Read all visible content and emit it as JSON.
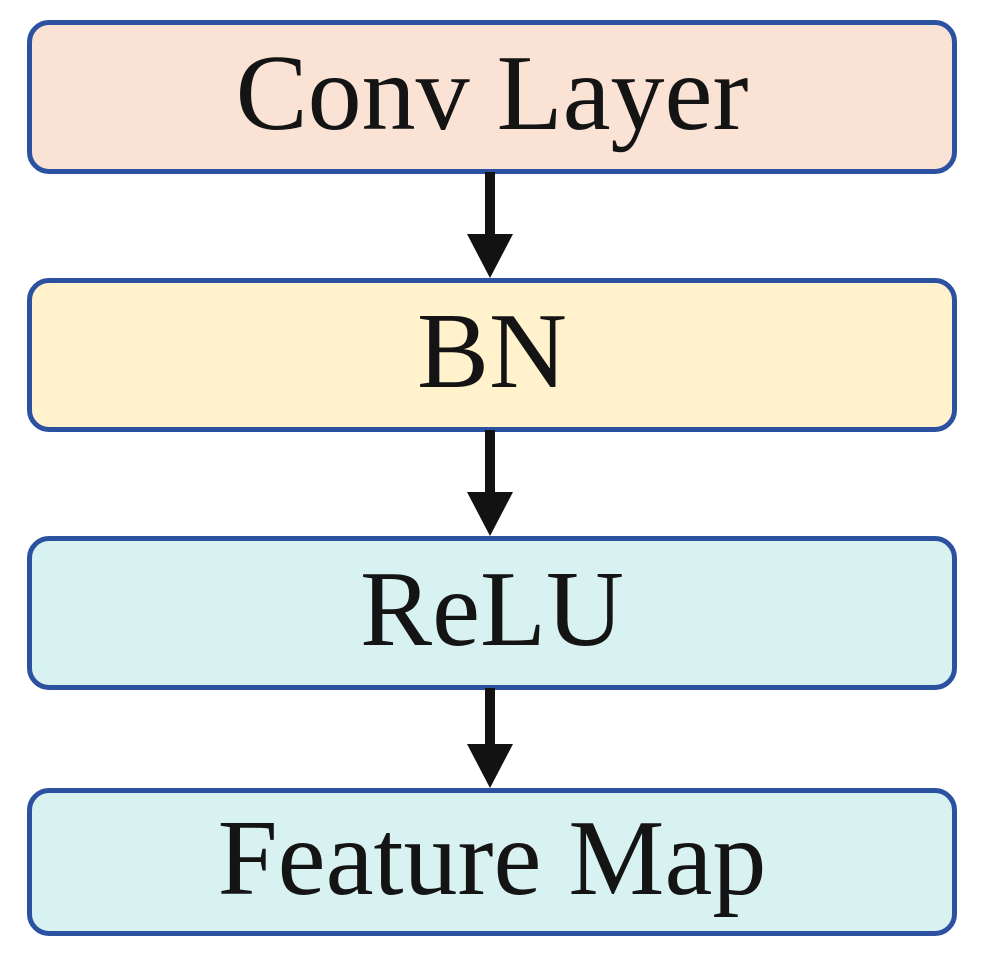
{
  "diagram": {
    "type": "flowchart",
    "orientation": "top-to-bottom",
    "background_color": "#FFFFFF",
    "node_border_color": "#2B51A0",
    "arrow_color": "#121212",
    "text_color": "#141414",
    "nodes": [
      {
        "id": "conv-layer",
        "label": "Conv Layer",
        "fill": "#FAE3D5"
      },
      {
        "id": "bn",
        "label": "BN",
        "fill": "#FFF2CC"
      },
      {
        "id": "relu",
        "label": "ReLU",
        "fill": "#D7F2F0"
      },
      {
        "id": "feature-map",
        "label": "Feature Map",
        "fill": "#D7F2F0"
      }
    ],
    "edges": [
      {
        "from": "conv-layer",
        "to": "bn",
        "direction": "down"
      },
      {
        "from": "bn",
        "to": "relu",
        "direction": "down"
      },
      {
        "from": "relu",
        "to": "feature-map",
        "direction": "down"
      }
    ]
  }
}
